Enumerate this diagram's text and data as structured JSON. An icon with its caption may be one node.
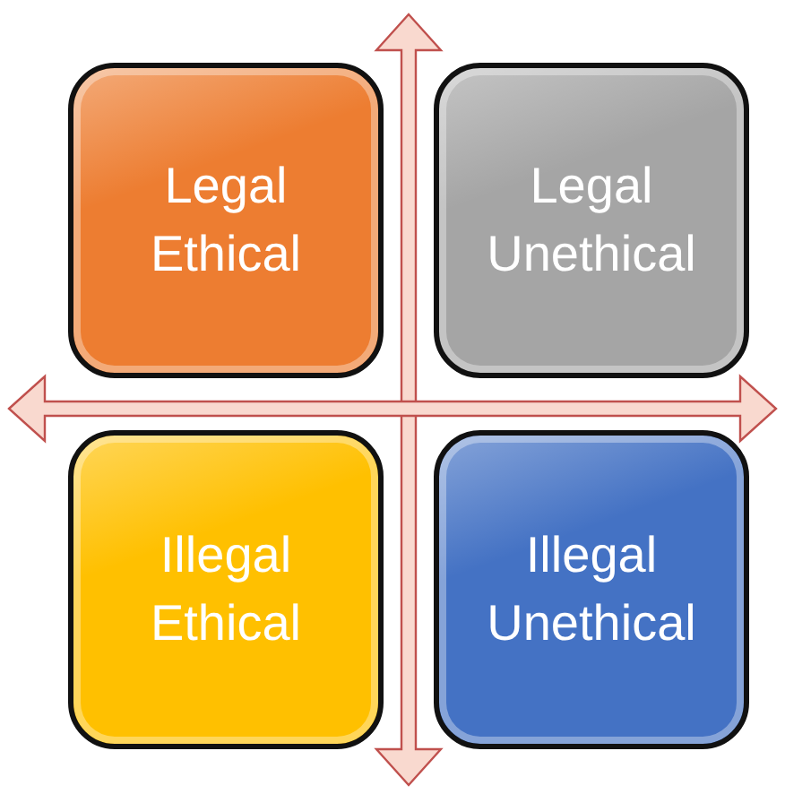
{
  "diagram": {
    "nodes": [
      {
        "text": [
          "Legal Ethical"
        ]
      },
      {
        "text": [
          "Legal Unethical"
        ]
      },
      {
        "text": [
          "Illegal Ethical"
        ]
      },
      {
        "text": [
          "Illegal Unethical"
        ]
      }
    ]
  }
}
